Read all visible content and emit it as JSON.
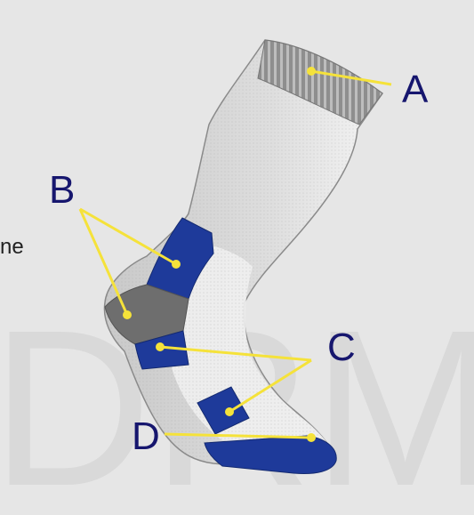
{
  "partial_text": "ne",
  "watermark": "DRMI",
  "callouts": {
    "a": "A",
    "b": "B",
    "c": "C",
    "d": "D"
  },
  "colors": {
    "background": "#e6e6e6",
    "sock_body": "#d8d8d8",
    "cuff": "#9a9a9a",
    "zone_blue": "#1e3a9a",
    "zone_gray": "#6e6e6e",
    "foot_light": "#eeeeee",
    "leader": "#f5e23a",
    "label": "#16166e"
  }
}
